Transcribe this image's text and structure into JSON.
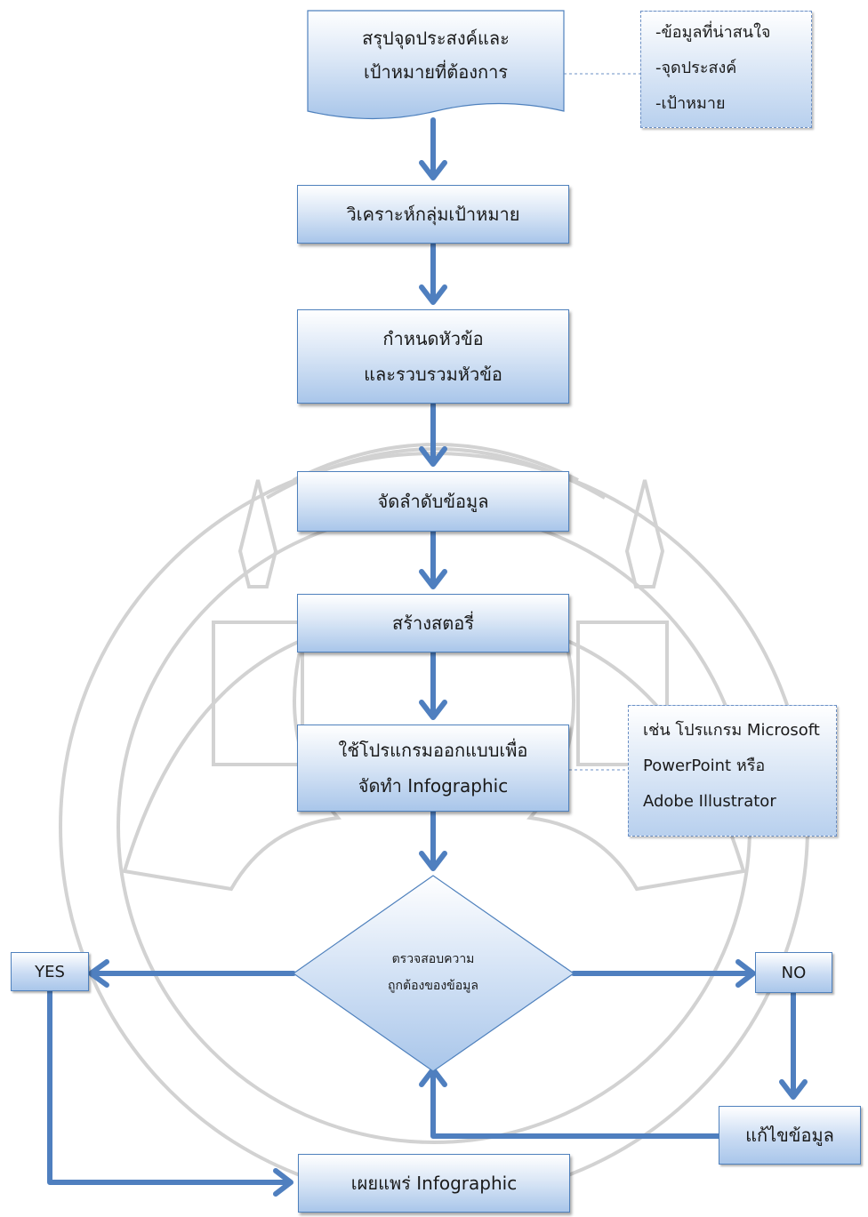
{
  "steps": {
    "s1": [
      "สรุปจุดประสงค์และ",
      "เป้าหมายที่ต้องการ"
    ],
    "s2": "วิเคราะห์กลุ่มเป้าหมาย",
    "s3": [
      "กำหนดหัวข้อ",
      "และรวบรวมหัวข้อ"
    ],
    "s4": "จัดลำดับข้อมูล",
    "s5": "สร้างสตอรี่",
    "s6": [
      "ใช้โปรแกรมออกแบบเพื่อ",
      "จัดทำ Infographic"
    ],
    "decision": [
      "ตรวจสอบความ",
      "ถูกต้องของข้อมูล"
    ],
    "yes": "YES",
    "no": "NO",
    "fix": "แก้ไขข้อมูล",
    "publish": "เผยแพร่ Infographic"
  },
  "notes": {
    "note1": [
      "-ข้อมูลที่น่าสนใจ",
      "-จุดประสงค์",
      "-เป้าหมาย"
    ],
    "note2": [
      "เช่น โปรแกรม Microsoft",
      "PowerPoint หรือ",
      "Adobe Illustrator"
    ]
  },
  "colors": {
    "arrow": "#4f7fbf",
    "border": "#4f81bd",
    "watermark": "#bdbdbd"
  }
}
